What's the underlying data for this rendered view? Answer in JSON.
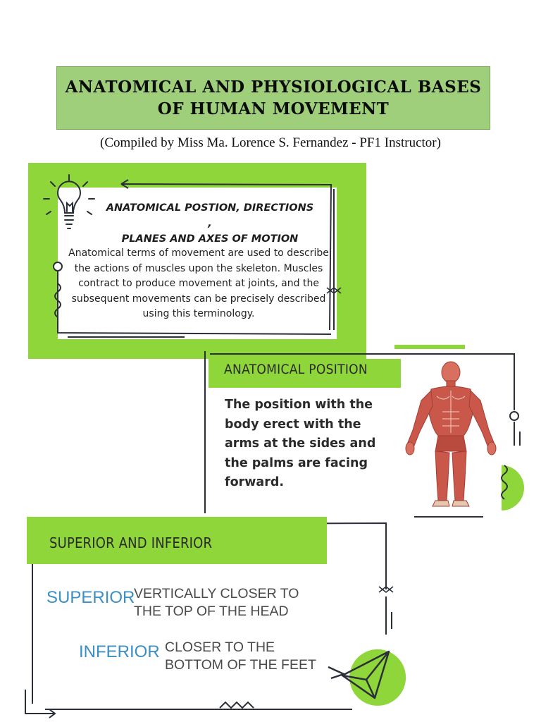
{
  "header": {
    "title_line1": "Anatomical and Physiological Bases",
    "title_line2": "of Human Movement",
    "compiled_by": "(Compiled by Miss Ma. Lorence S. Fernandez - PF1 Instructor)"
  },
  "card1": {
    "heading_line1": "ANATOMICAL POSTION, DIRECTIONS ,",
    "heading_line2": "PLANES AND AXES OF MOTION",
    "body": "Anatomical terms of movement are used to describe the actions of muscles upon the skeleton. Muscles contract to produce movement at joints, and the subsequent movements can be precisely described using this terminology."
  },
  "card2": {
    "label": "Anatomical Position",
    "description": "The position with the body erect with the arms at the sides and the palms are facing forward."
  },
  "card3": {
    "label": "Superior and Inferior",
    "superior_term": "SUPERIOR",
    "superior_def_line1": "VERTICALLY CLOSER TO",
    "superior_def_line2": "THE TOP OF THE HEAD",
    "inferior_term": "INFERIOR",
    "inferior_def_line1": "CLOSER TO THE",
    "inferior_def_line2": "BOTTOM OF THE FEET"
  },
  "icons": [
    "lightbulb-icon",
    "paper-plane-icon",
    "human-anatomy-figure"
  ],
  "colors": {
    "accent_green": "#8fd63a",
    "title_green": "#9fcf7a",
    "term_blue": "#3c8fc2",
    "ink": "#2b2f3a"
  }
}
